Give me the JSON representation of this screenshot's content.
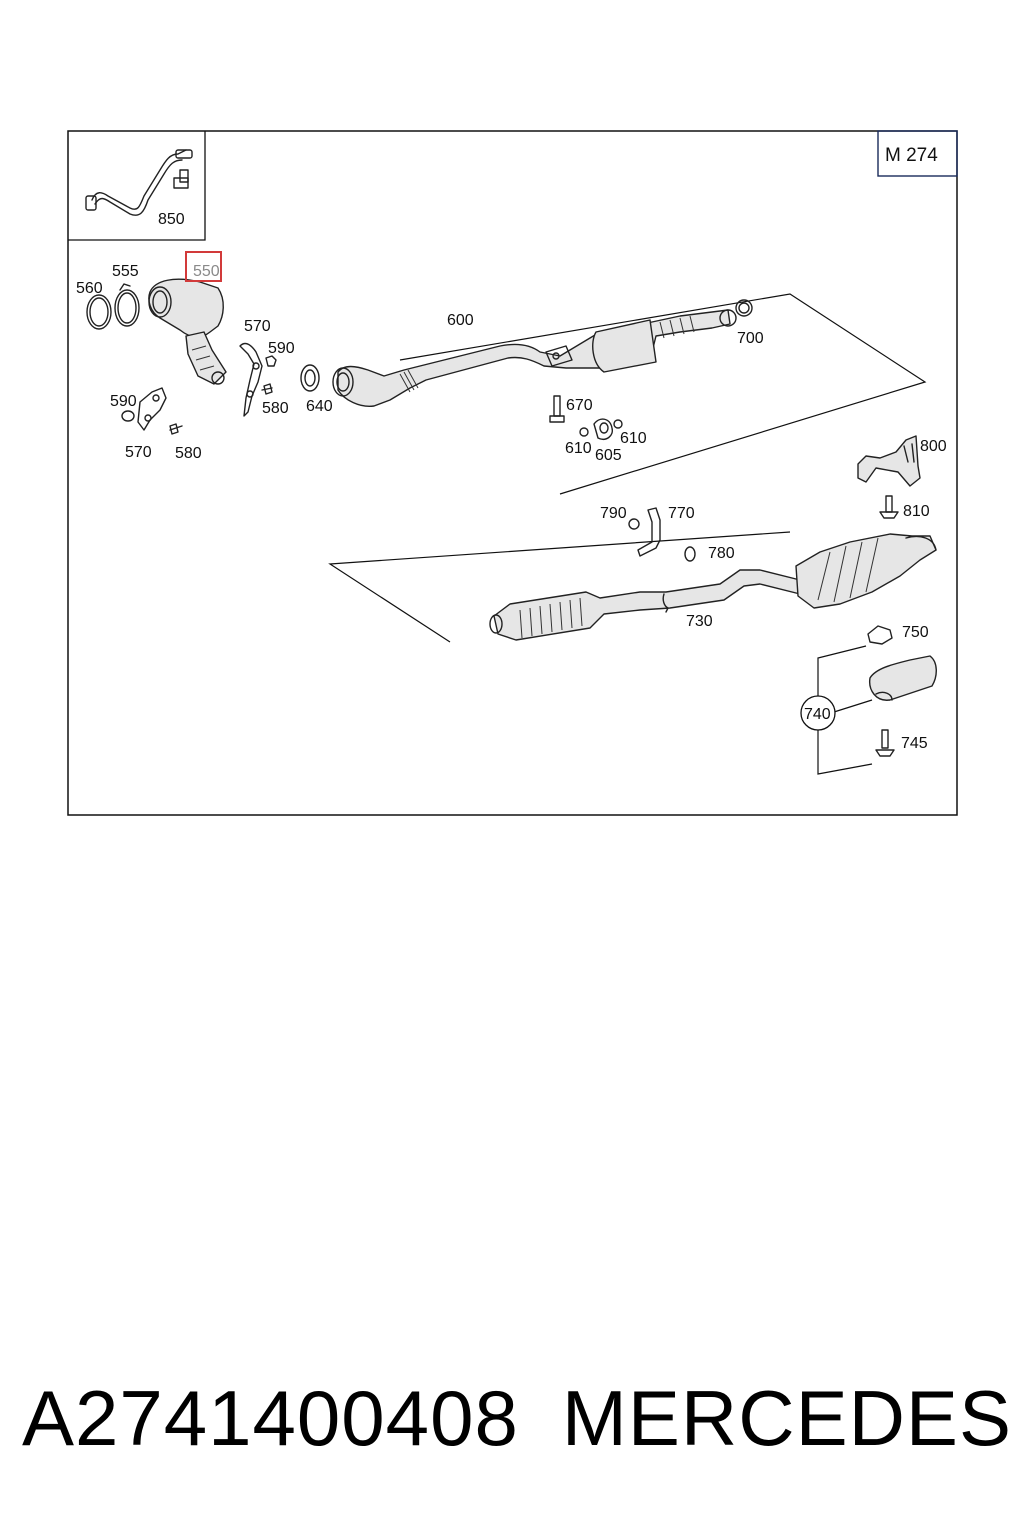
{
  "diagram": {
    "engine_code": "M 274",
    "highlighted_part": "550",
    "callouts": {
      "p850": "850",
      "p560": "560",
      "p555": "555",
      "p550": "550",
      "p570a": "570",
      "p590a": "590",
      "p580a": "580",
      "p640": "640",
      "p600": "600",
      "p700": "700",
      "p590b": "590",
      "p570b": "570",
      "p580b": "580",
      "p670": "670",
      "p610a": "610",
      "p610b": "610",
      "p605": "605",
      "p800": "800",
      "p810": "810",
      "p790": "790",
      "p770": "770",
      "p780": "780",
      "p730": "730",
      "p750": "750",
      "p740": "740",
      "p745": "745"
    },
    "highlight_color": "#d23a3a"
  },
  "footer": {
    "part_number": "A2741400408",
    "brand": "MERCEDES"
  }
}
